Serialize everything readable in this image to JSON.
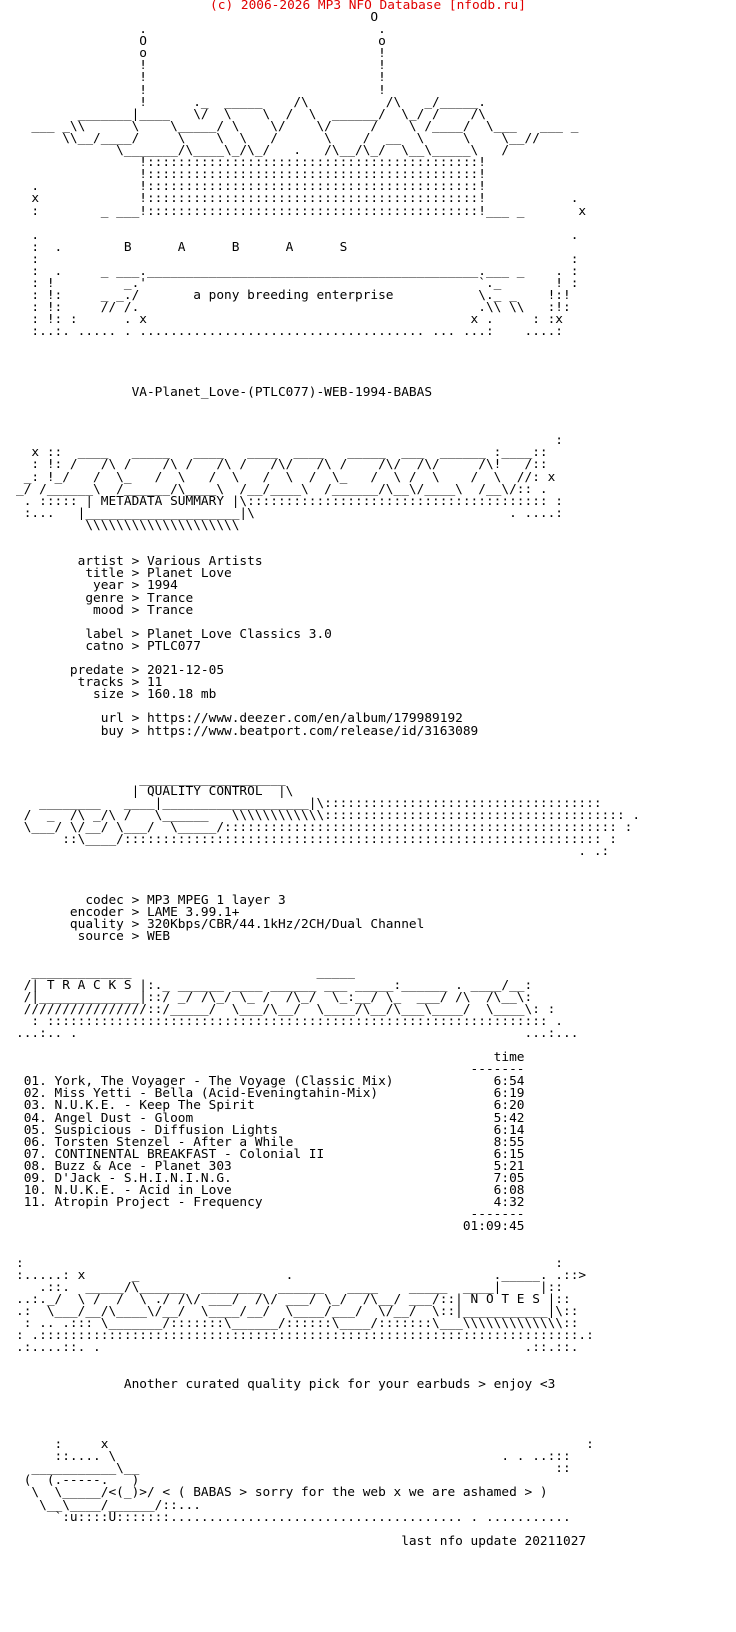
{
  "header": {
    "copyright": "(c) 2006-2026 MP3 NFO Database [nfodb.ru]",
    "copyright_color": "#e00000"
  },
  "nfo": {
    "lines": [
      "                                              O",
      "                .                              .",
      "                O                              o",
      "                o                              !",
      "                !                              !",
      "                !                              !",
      "                !                              !",
      "                !      ._  _____    /\\          /\\   _/_____.",
      "        _______|____   \\/  \\    \\  /  \\  ______/  \\_/ /    /\\",
      "  ___ _\\\\      \\    \\_____/ \\    \\/    \\/     /    \\ /____/  \\___   ___ _",
      "      \\\\__/____/     \\    \\  \\   /      \\    /  __  \\     \\    \\__//",
      "             \\_______/\\____\\_/\\_/   .   /\\__/\\_/  \\__\\_____\\   /",
      "                !:::::::::::::::::::::::::::::::::::::::::::!",
      "                !:::::::::::::::::::::::::::::::::::::::::::!",
      "  .             !:::::::::::::::::::::::::::::::::::::::::::!",
      "  x             !:::::::::::::::::::::::::::::::::::::::::::!           .",
      "  :        _ ___!:::::::::::::::::::::::::::::::::::::::::::!___ _       x",
      "",
      "  .                                                                     .",
      "  :  .        B      A      B      A      S",
      "  :                                                                     :",
      "  :  .     _ ___.___________________________________________.___ _    . :",
      "  : !         _.'                                           `._       ! :",
      "  : !:     _ _./       a pony breeding enterprise           \\._ _    !:!",
      "  : !:     // /.                                            .\\\\ \\\\   :!:",
      "  : !: :      . x                                          x .     : :x",
      "  :..:. ..... . ..................................... ... ...:    ....:",
      "",
      "",
      "",
      "",
      "               VA-Planet_Love-(PTLC077)-WEB-1994-BABAS",
      "",
      "",
      "",
      "                                                                      :",
      "  x ::  ____   _____   ____   ____  ____   _____  ___  ______ :____::",
      "  : !: /   /\\ /    /\\ /   /\\ /   /\\/   /\\ /    /\\/  /\\/     /\\!   /::",
      " _: !_/   /  \\_   /  \\   /  \\   /  \\  /  \\_   /  \\ /  \\    /  \\  //: x",
      "_/ /______\\  /______/\\____\\  /__/____\\  /______/\\__\\/____\\  /__\\/:: .",
      " . ::::: | METADATA SUMMARY |\\::::::::::::::::::::::::::::::::::::::: :",
      " :...   |____________________|\\                                 . ....:",
      "         \\\\\\\\\\\\\\\\\\\\\\\\\\\\\\\\\\\\\\\\",
      "",
      "",
      "        artist > Various Artists",
      "         title > Planet Love",
      "          year > 1994",
      "         genre > Trance",
      "          mood > Trance",
      "",
      "         label > Planet Love Classics 3.0",
      "         catno > PTLC077",
      "",
      "       predate > 2021-12-05",
      "        tracks > 11",
      "          size > 160.18 mb",
      "",
      "           url > https://www.deezer.com/en/album/179989192",
      "           buy > https://www.beatport.com/release/id/3163089",
      "",
      "",
      "",
      "                ___________________",
      "               | QUALITY CONTROL  |\\",
      "   ________   ____|___________________|\\::::::::::::::::::::::::::::::::::::",
      " /  _  /\\ _/\\ /   \\______   \\\\\\\\\\\\\\\\\\\\\\\\::::::::::::::::::::::::::::::::::::::: .",
      " \\___/ \\/__/ \\___/  \\_____/::::::::::::::::::::::::::::::::::::::::::::::::::: :",
      "      ::\\____/:::::::::::::::::::::::::::::::::::::::::::::::::::::::::::::: :",
      "                                                                         . .:",
      "",
      "",
      "",
      "         codec > MP3 MPEG 1 layer 3",
      "       encoder > LAME 3.99.1+",
      "       quality > 320Kbps/CBR/44.1kHz/2CH/Dual Channel",
      "        source > WEB",
      "",
      "",
      "  _____________                        _____",
      " /| T R A C K S |:._ ______ ____ ______ ___ _____:______ . ____/__:",
      " /|_____________|::/ _/ /\\_/ \\_ /  /\\_/  \\_:__/ \\_  ___/ /\\  /\\__\\:",
      " ////////////////::/_____/  \\___/\\__/  \\____/\\__/\\___\\____/  \\____\\: :",
      "  : ::::::::::::::::::::::::::::::::::::::::::::::::::::::::::::::::: .",
      "...:.. .                                                          ...:...",
      "",
      "                                                              time",
      "                                                           -------",
      " 01. York, The Voyager - The Voyage (Classic Mix)             6:54",
      " 02. Miss Yetti - Bella (Acid-Eveningtahin-Mix)               6:19",
      " 03. N.U.K.E. - Keep The Spirit                               6:20",
      " 04. Angel Dust - Gloom                                       5:42",
      " 05. Suspicious - Diffusion Lights                            6:14",
      " 06. Torsten Stenzel - After a While                          8:55",
      " 07. CONTINENTAL BREAKFAST - Colonial II                      6:15",
      " 08. Buzz & Ace - Planet 303                                  5:21",
      " 09. D'Jack - S.H.I.N.I.N.G.                                  7:05",
      " 10. N.U.K.E. - Acid in Love                                  6:08",
      " 11. Atropin Project - Frequency                              4:32",
      "                                                           -------",
      "                                                          01:09:45",
      "",
      "",
      ":                                                                     :",
      ":.....: x      _                   .                          ._____. .::>",
      "   .::.  _____/\\______  ________  ______   ____    _____  ____|     |::",
      "..:._/  \\ /  /  \\ ./ /\\/ ___/  /\\/ ___/ \\_/  /\\__/ ___/::| N O T E S |::",
      ".:  \\___/__/\\____\\/__/  \\____/__/  \\____/___/  \\/__/  \\::|___________|\\::",
      " : .. .::: \\_______/:::::::\\______/::::::\\____/:::::::\\___\\\\\\\\\\\\\\\\\\\\\\\\\\::",
      ": .::::::::::::::::::::::::::::::::::::::::::::::::::::::::::::::::::::::.:",
      ".:....::. .                                                       .::.::.",
      "",
      "",
      "              Another curated quality pick for your earbuds > enjoy <3",
      "",
      "",
      "",
      "",
      "     :     x                                                              :",
      "     ::.... \\                                                  . . ..:::",
      "  ___________\\__                                                      ::",
      " (  (.-----.   )",
      "  \\  \\_____/<(_)>/ < ( BABAS > sorry for the web x we are ashamed > )",
      "   \\__\\____/______/::...",
      "     `:u::::U:::::::...................................... . ...........",
      "",
      "                                                  last nfo update 20211027"
    ]
  }
}
